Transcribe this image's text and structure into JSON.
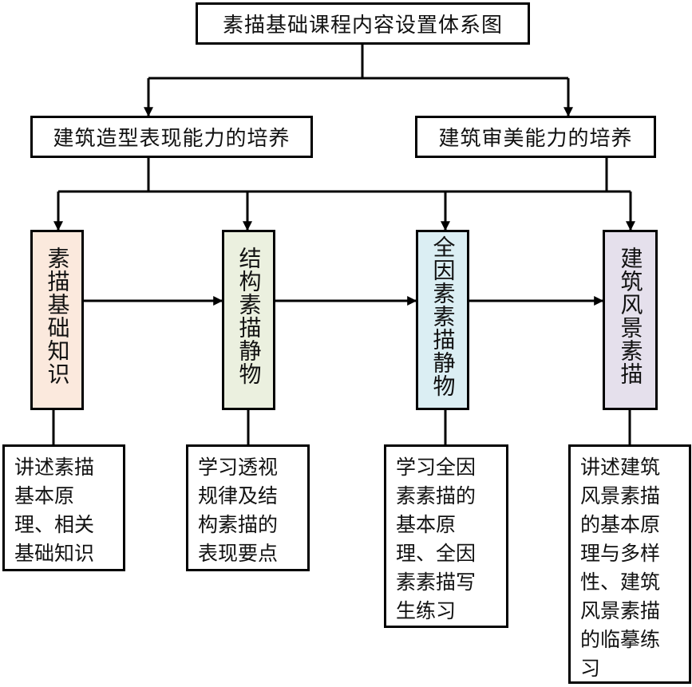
{
  "title": "素描基础课程内容设置体系图",
  "level1": [
    {
      "label": "建筑造型表现能力的培养"
    },
    {
      "label": "建筑审美能力的培养"
    }
  ],
  "modules": [
    {
      "label": "素描基础知识",
      "fill": "#fbe9dd",
      "description": "讲述素描基本原理、相关基础知识"
    },
    {
      "label": "结构素描静物",
      "fill": "#ebf0df",
      "description": "学习透视规律及结构素描的表现要点"
    },
    {
      "label": "全因素素描静物",
      "fill": "#dbeef3",
      "description": "学习全因素素描的基本原理、全因素素描写生练习"
    },
    {
      "label": "建筑风景素描",
      "fill": "#e5e0ec",
      "description": "讲述建筑风景素描的基本原理与多样性、建筑风景素描的临摹练习"
    }
  ],
  "line_color": "#000000"
}
